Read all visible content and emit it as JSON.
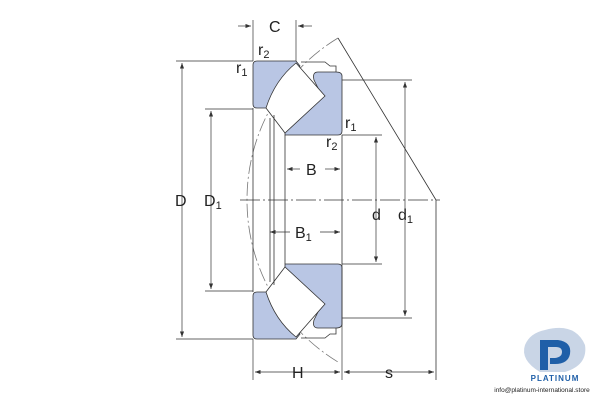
{
  "labels": {
    "C": "C",
    "r2_top": "r",
    "r2_top_sub": "2",
    "r1_top": "r",
    "r1_top_sub": "1",
    "r1_right": "r",
    "r1_right_sub": "1",
    "r2_right": "r",
    "r2_right_sub": "2",
    "B": "B",
    "B1": "B",
    "B1_sub": "1",
    "D": "D",
    "D1": "D",
    "D1_sub": "1",
    "d": "d",
    "d1": "d",
    "d1_sub": "1",
    "H": "H",
    "s": "s"
  },
  "logo": {
    "name": "PLATINUM",
    "email": "info@platinum-international.store"
  },
  "colors": {
    "ring_fill": "#b9c6e4",
    "line": "#333333",
    "logo_blue": "#1f5fa8"
  }
}
